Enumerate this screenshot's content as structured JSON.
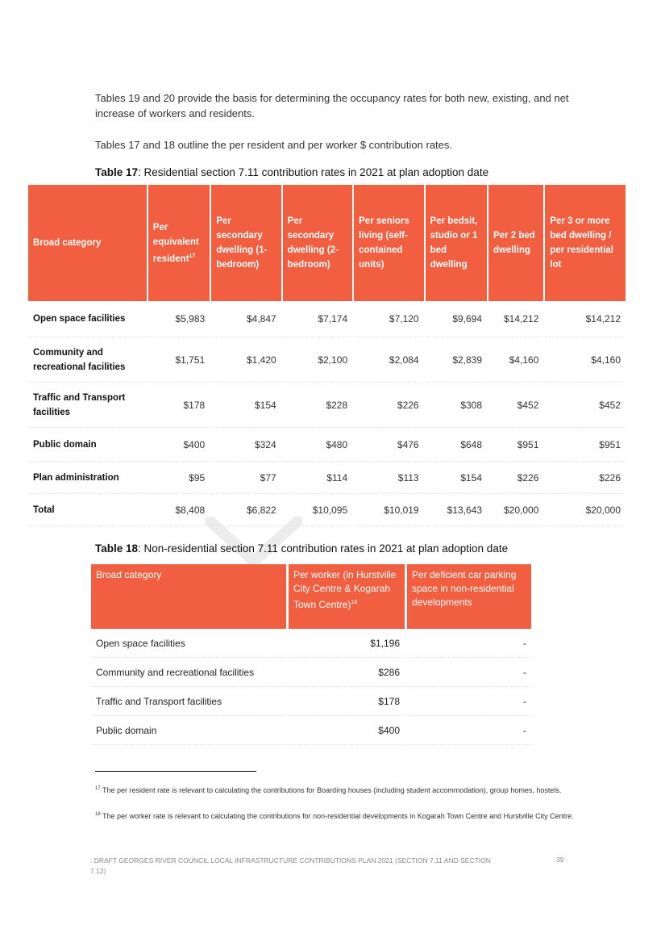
{
  "intro": {
    "para1": "Tables 19 and 20 provide the basis for determining the occupancy rates for both new, existing, and net increase of workers and residents.",
    "para2": "Tables 17 and 18 outline the per resident and per worker $ contribution rates."
  },
  "table17": {
    "caption_bold": "Table 17",
    "caption_rest": ": Residential section 7.11 contribution rates in 2021 at plan adoption date",
    "headers": [
      {
        "text": "Broad category",
        "sup": ""
      },
      {
        "text": "Per equivalent resident",
        "sup": "17"
      },
      {
        "text": "Per secondary dwelling (1-bedroom)",
        "sup": ""
      },
      {
        "text": "Per secondary dwelling (2-bedroom)",
        "sup": ""
      },
      {
        "text": "Per seniors living (self-contained units)",
        "sup": ""
      },
      {
        "text": "Per bedsit, studio or 1 bed dwelling",
        "sup": ""
      },
      {
        "text": "Per 2 bed dwelling",
        "sup": ""
      },
      {
        "text": "Per 3 or more bed dwelling / per residential lot",
        "sup": ""
      }
    ],
    "rows": [
      {
        "category": "Open space facilities",
        "values": [
          "$5,983",
          "$4,847",
          "$7,174",
          "$7,120",
          "$9,694",
          "$14,212",
          "$14,212"
        ]
      },
      {
        "category": "Community and recreational facilities",
        "values": [
          "$1,751",
          "$1,420",
          "$2,100",
          "$2,084",
          "$2,839",
          "$4,160",
          "$4,160"
        ]
      },
      {
        "category": "Traffic and Transport facilities",
        "values": [
          "$178",
          "$154",
          "$228",
          "$226",
          "$308",
          "$452",
          "$452"
        ]
      },
      {
        "category": "Public domain",
        "values": [
          "$400",
          "$324",
          "$480",
          "$476",
          "$648",
          "$951",
          "$951"
        ]
      },
      {
        "category": "Plan administration",
        "values": [
          "$95",
          "$77",
          "$114",
          "$113",
          "$154",
          "$226",
          "$226"
        ]
      },
      {
        "category": "Total",
        "values": [
          "$8,408",
          "$6,822",
          "$10,095",
          "$10,019",
          "$13,643",
          "$20,000",
          "$20,000"
        ]
      }
    ]
  },
  "table18": {
    "caption_bold": "Table 18",
    "caption_rest": ": Non-residential section 7.11 contribution rates in 2021 at plan adoption date",
    "headers": [
      {
        "text": "Broad category",
        "sup": ""
      },
      {
        "text": "Per worker (in Hurstville City Centre & Kogarah Town Centre)",
        "sup": "18"
      },
      {
        "text": "Per deficient car parking space in non-residential developments",
        "sup": ""
      }
    ],
    "rows": [
      {
        "category": "Open space facilities",
        "worker": "$1,196",
        "parking": "-"
      },
      {
        "category": "Community and recreational facilities",
        "worker": "$286",
        "parking": "-"
      },
      {
        "category": "Traffic and Transport facilities",
        "worker": "$178",
        "parking": "-"
      },
      {
        "category": "Public domain",
        "worker": "$400",
        "parking": "-"
      }
    ]
  },
  "footnotes": [
    {
      "num": "17",
      "text": "The per resident rate is relevant to calculating the contributions for Boarding houses (including student accommodation), group homes, hostels."
    },
    {
      "num": "18",
      "text": "The per worker rate is relevant to calculating the contributions for non-residential developments in Kogarah Town Centre and Hurstville City Centre."
    }
  ],
  "footer": {
    "text": ": DRAFT GEORGES RIVER COUNCIL LOCAL INFRASTRUCTURE CONTRIBUTIONS PLAN 2021 (SECTION 7.11 AND SECTION 7.12)",
    "page": "39"
  },
  "colors": {
    "accent": "#f25f40"
  }
}
